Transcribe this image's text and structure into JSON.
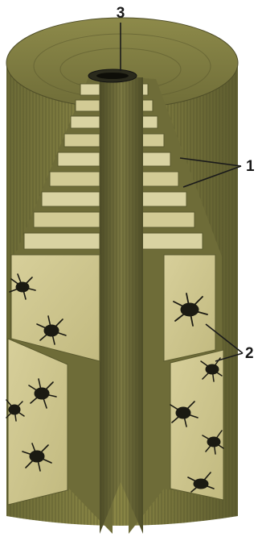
{
  "figure": {
    "labels": [
      {
        "id": "label-1",
        "text": "1"
      },
      {
        "id": "label-2",
        "text": "2"
      },
      {
        "id": "label-3",
        "text": "3"
      }
    ]
  },
  "colors": {
    "bone_dark": "#5b5a2e",
    "bone_mid": "#7d7a3f",
    "bone_light": "#b3ae6c",
    "lamella_light": "#d9d3a2",
    "cell_body": "#1b1a12",
    "canal_dark": "#2a2a1c"
  }
}
